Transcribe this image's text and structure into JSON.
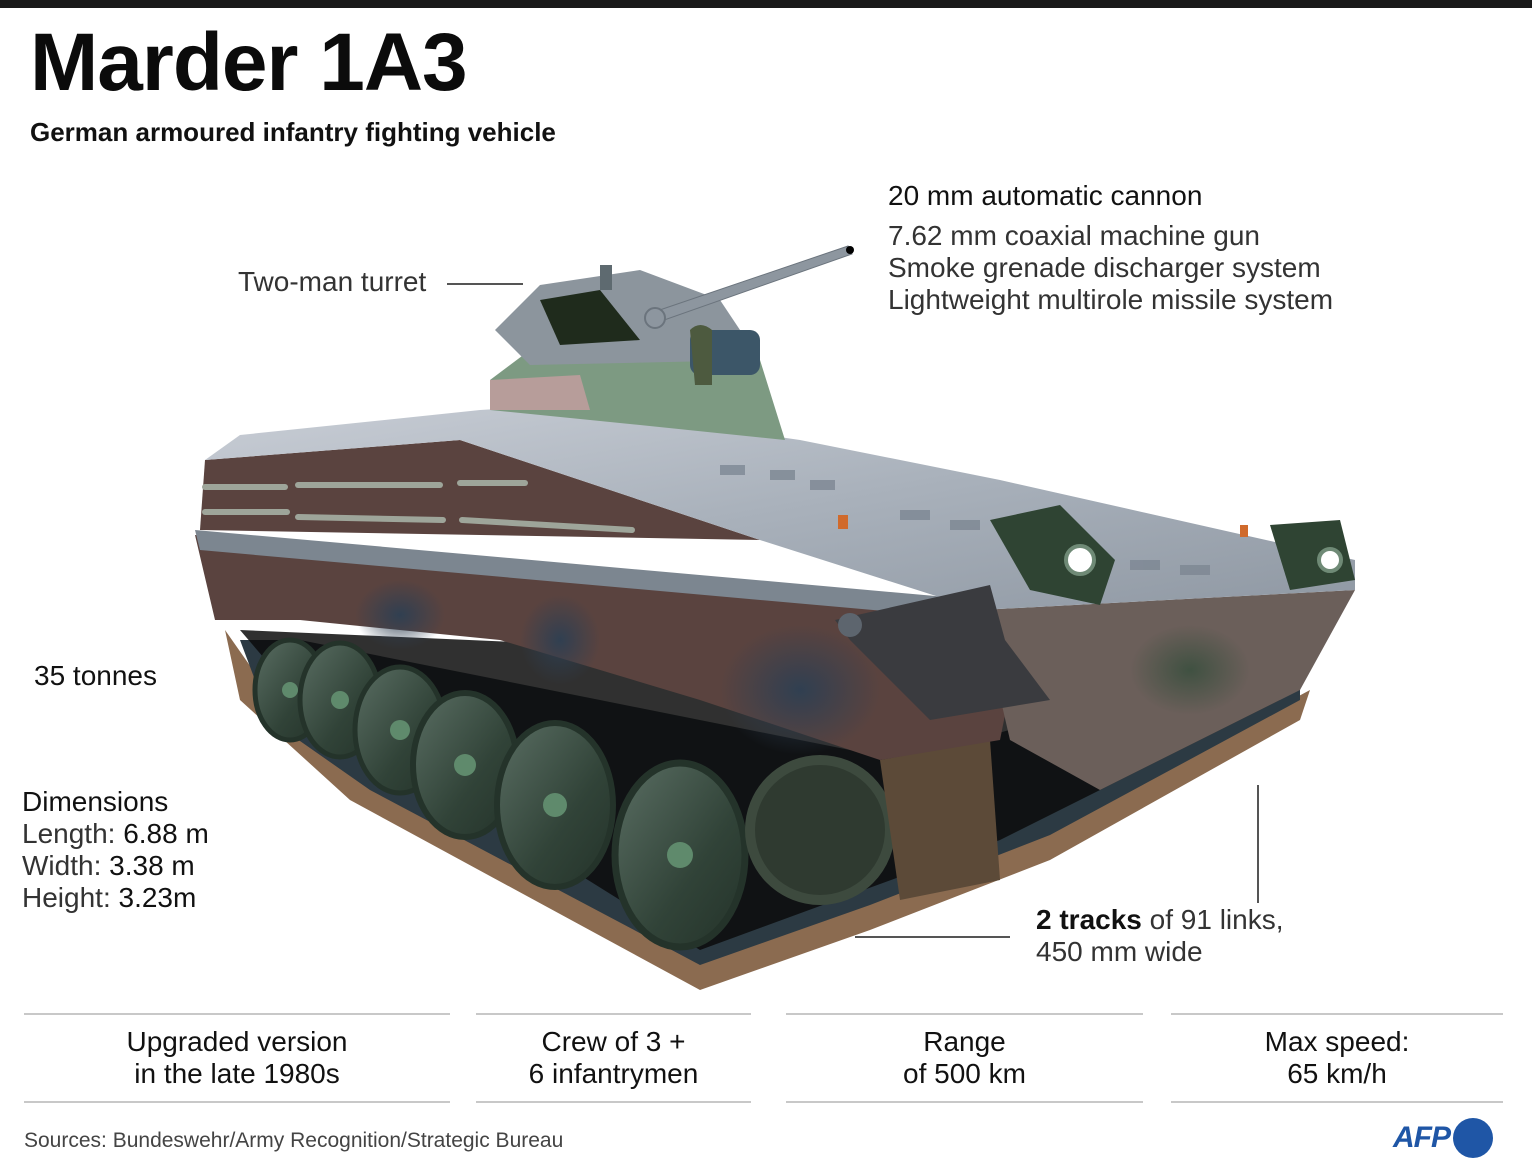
{
  "header": {
    "title": "Marder 1A3",
    "subtitle": "German armoured infantry fighting vehicle"
  },
  "callouts": {
    "armament": {
      "primary": "20 mm automatic cannon",
      "secondary": [
        "7.62 mm coaxial machine gun",
        "Smoke grenade discharger system",
        "Lightweight multirole missile system"
      ]
    },
    "turret": "Two-man turret",
    "weight": "35 tonnes",
    "dimensions": {
      "heading": "Dimensions",
      "length_label": "Length:",
      "length_value": "6.88 m",
      "width_label": "Width:",
      "width_value": "3.38 m",
      "height_label": "Height:",
      "height_value": "3.23m"
    },
    "tracks": {
      "bold": "2 tracks",
      "rest_line1": " of 91 links,",
      "line2": "450 mm wide"
    }
  },
  "stats": [
    {
      "line1": "Upgraded version",
      "line2": "in the late 1980s"
    },
    {
      "line1": "Crew of 3 +",
      "line2": "6 infantrymen"
    },
    {
      "line1": "Range",
      "line2": "of 500 km"
    },
    {
      "line1": "Max speed:",
      "line2": "65 km/h"
    }
  ],
  "footer": {
    "sources": "Sources: Bundeswehr/Army Recognition/Strategic Bureau",
    "logo_text": "AFP"
  },
  "colors": {
    "afp_blue": "#1f56a6",
    "hull_brown": "#5a433f",
    "hull_grey": "#9aa3ad",
    "camo_green": "#3d5040",
    "camo_blue": "#2e3f52",
    "track_tan": "#8b6b50"
  },
  "illustration": {
    "subject": "Marder 1A3 tank illustration",
    "icon": "tank-illustration"
  }
}
